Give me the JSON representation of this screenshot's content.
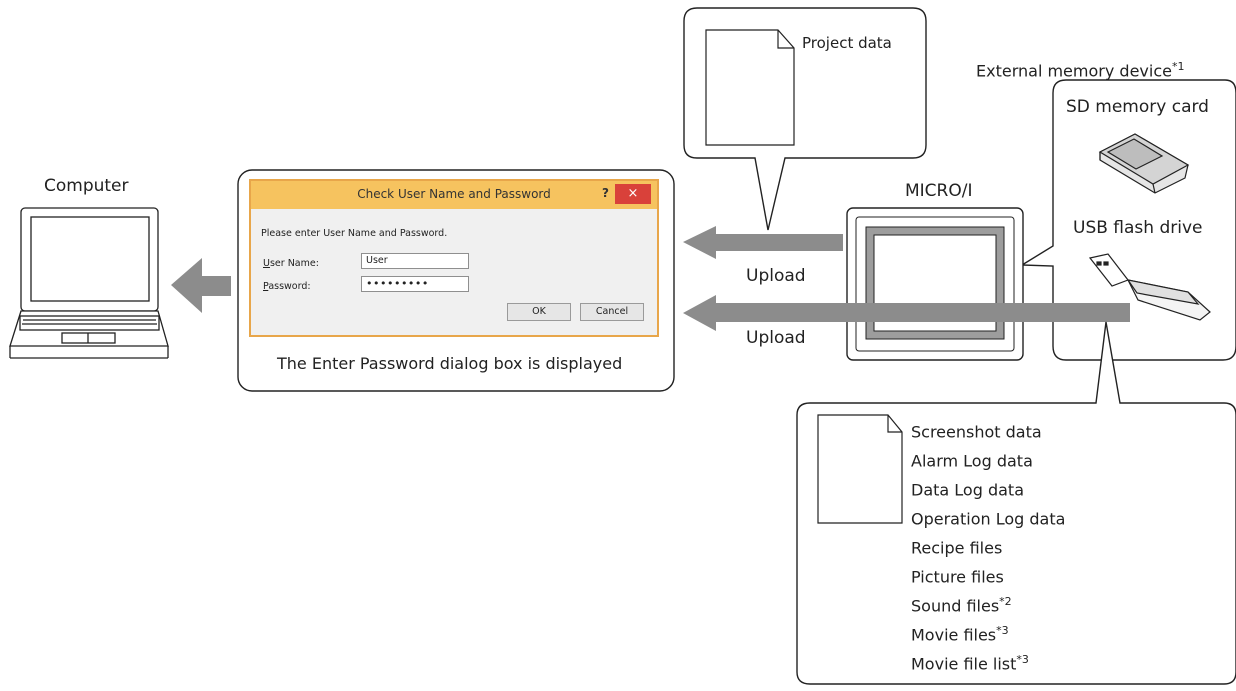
{
  "computer_label": "Computer",
  "dialog": {
    "title": "Check User Name and Password",
    "help": "?",
    "close": "×",
    "message": "Please enter User Name and Password.",
    "username_label": "User Name:",
    "username_value": "User",
    "password_label": "Password:",
    "password_value": "•••••••••",
    "ok": "OK",
    "cancel": "Cancel"
  },
  "dialog_caption": "The Enter Password dialog box is displayed",
  "project_data": "Project data",
  "micro_label": "MICRO/I",
  "upload_1": "Upload",
  "upload_2": "Upload",
  "external": {
    "text": "External memory device",
    "note": "*1"
  },
  "sd_card": "SD memory card",
  "usb": "USB flash drive",
  "files": [
    {
      "text": "Screenshot data",
      "note": ""
    },
    {
      "text": "Alarm Log data",
      "note": ""
    },
    {
      "text": "Data Log data",
      "note": ""
    },
    {
      "text": "Operation Log data",
      "note": ""
    },
    {
      "text": "Recipe files",
      "note": ""
    },
    {
      "text": "Picture files",
      "note": ""
    },
    {
      "text": "Sound files",
      "note": "*2"
    },
    {
      "text": "Movie files",
      "note": "*3"
    },
    {
      "text": "Movie file list",
      "note": "*3"
    }
  ],
  "colors": {
    "arrow": "#8c8c8c",
    "dialog_title": "#f6c35f",
    "close": "#d9413a",
    "outline": "#222222"
  }
}
